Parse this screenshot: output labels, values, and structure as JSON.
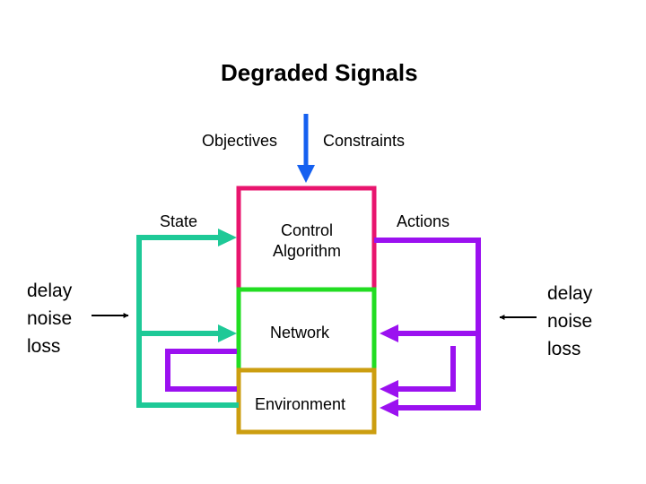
{
  "title": "Degraded Signals",
  "labels": {
    "objectives": "Objectives",
    "constraints": "Constraints",
    "state": "State",
    "actions": "Actions"
  },
  "boxes": {
    "control_line1": "Control",
    "control_line2": "Algorithm",
    "network": "Network",
    "environment": "Environment"
  },
  "degradations": {
    "left": [
      "delay",
      "noise",
      "loss"
    ],
    "right": [
      "delay",
      "noise",
      "loss"
    ]
  },
  "colors": {
    "control": "#e8156e",
    "network": "#22dd22",
    "environment": "#cc9e10",
    "state_path": "#1ec997",
    "actions_path": "#9b11f0",
    "input_arrow": "#1560f0",
    "text": "#000000"
  }
}
